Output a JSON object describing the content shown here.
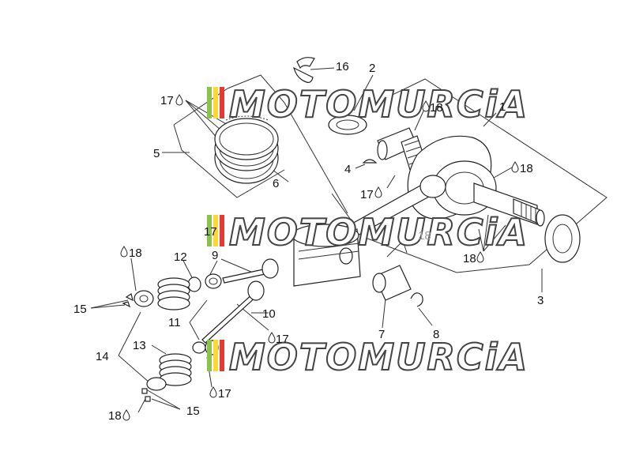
{
  "callouts": {
    "c1": "1",
    "c2": "2",
    "c3": "3",
    "c4": "4",
    "c5": "5",
    "c6": "6",
    "c7": "7",
    "c8": "8",
    "c9": "9",
    "c10": "10",
    "c11": "11",
    "c12": "12",
    "c13": "13",
    "c14": "14",
    "c15a": "15",
    "c15b": "15",
    "c16": "16",
    "c17a": "17",
    "c17b": "17",
    "c17c": "17",
    "c17d": "17",
    "c17e": "17",
    "c18a": "18",
    "c18b": "18",
    "c18c": "18",
    "c18d": "18",
    "c18e": "18",
    "c18f": "18"
  },
  "watermark": {
    "text": "MOTOMURCiA"
  },
  "colors": {
    "stripe_green": "#8bc34a",
    "stripe_yellow": "#fdd835",
    "stripe_red": "#e53935"
  }
}
